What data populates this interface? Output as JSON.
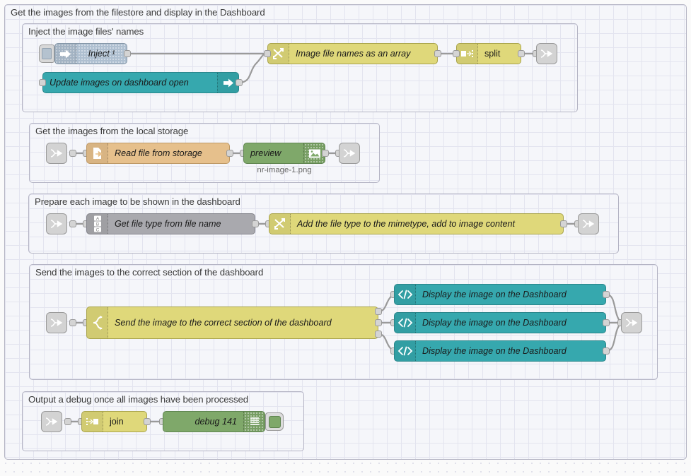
{
  "editor": {
    "name": "node-red-flow-canvas",
    "outer_group_label": "Get the images from the filestore and display in the Dashboard"
  },
  "groups": [
    {
      "id": "g1",
      "label": "Inject the image files' names"
    },
    {
      "id": "g2",
      "label": "Get the images from the local storage"
    },
    {
      "id": "g3",
      "label": "Prepare each image to be shown in the dashboard"
    },
    {
      "id": "g4",
      "label": "Send the images to the correct section of the dashboard"
    },
    {
      "id": "g5",
      "label": "Output a debug once all images have been processed"
    }
  ],
  "nodes": {
    "inject": {
      "label": "Inject ¹",
      "icon": "inject-arrow-icon",
      "color": "#aebfd0",
      "type": "inject"
    },
    "dashboard_open": {
      "label": "Update images on dashboard open",
      "icon": "arrow-right-icon",
      "color": "#36a8ae",
      "type": "ui-event"
    },
    "change_array": {
      "label": "Image file names as an array",
      "icon": "change-swap-icon",
      "color": "#dfd87a",
      "type": "change"
    },
    "split": {
      "label": "split",
      "icon": "split-icon",
      "color": "#dfd87a",
      "type": "split"
    },
    "link_out_1": {
      "label": "",
      "icon": "link-out-icon",
      "color": "#d3d3d3",
      "type": "link out"
    },
    "link_in_2": {
      "label": "",
      "icon": "link-in-icon",
      "color": "#d3d3d3",
      "type": "link in"
    },
    "read_file": {
      "label": "Read file from storage",
      "icon": "file-in-icon",
      "color": "#e6c08c",
      "type": "file in"
    },
    "preview": {
      "label": "preview",
      "icon": "image-preview-icon",
      "color": "#7fa86a",
      "type": "image preview",
      "sublabel": "nr-image-1.png"
    },
    "link_out_2": {
      "label": "",
      "icon": "link-out-icon",
      "color": "#d3d3d3",
      "type": "link out"
    },
    "link_in_3": {
      "label": "",
      "icon": "link-in-icon",
      "color": "#d3d3d3",
      "type": "link in"
    },
    "get_file_type": {
      "label": "Get file type from file name",
      "icon": "abc-icon",
      "color": "#a9a9ae",
      "type": "change"
    },
    "add_mimetype": {
      "label": "Add the file type to the mimetype, add to image content",
      "icon": "change-swap-icon",
      "color": "#dfd87a",
      "type": "change"
    },
    "link_out_3": {
      "label": "",
      "icon": "link-out-icon",
      "color": "#d3d3d3",
      "type": "link out"
    },
    "link_in_4": {
      "label": "",
      "icon": "link-in-icon",
      "color": "#d3d3d3",
      "type": "link in"
    },
    "switch_section": {
      "label": "Send the image to the correct section of the dashboard",
      "icon": "switch-icon",
      "color": "#dfd87a",
      "type": "switch"
    },
    "template_1": {
      "label": "Display the image on the Dashboard",
      "icon": "code-tag-icon",
      "color": "#36a8ae",
      "type": "ui-template"
    },
    "template_2": {
      "label": "Display the image on the Dashboard",
      "icon": "code-tag-icon",
      "color": "#36a8ae",
      "type": "ui-template"
    },
    "template_3": {
      "label": "Display the image on the Dashboard",
      "icon": "code-tag-icon",
      "color": "#36a8ae",
      "type": "ui-template"
    },
    "link_out_4": {
      "label": "",
      "icon": "link-out-icon",
      "color": "#d3d3d3",
      "type": "link out"
    },
    "link_in_5": {
      "label": "",
      "icon": "link-in-icon",
      "color": "#d3d3d3",
      "type": "link in"
    },
    "join": {
      "label": "join",
      "icon": "join-icon",
      "color": "#dfd87a",
      "type": "join"
    },
    "debug": {
      "label": "debug 141",
      "icon": "debug-lines-icon",
      "color": "#7fa86a",
      "type": "debug"
    }
  },
  "colors": {
    "canvas_background": "#fafafa",
    "group_background": "#f5f6fa",
    "group_border": "#b4b4c4",
    "wire": "#9a9a9a",
    "yellow_node": "#dfd87a",
    "teal_node": "#36a8ae",
    "green_node": "#7fa86a",
    "orange_node": "#e6c08c",
    "grey_node": "#a9a9ae",
    "link_node": "#d3d3d3",
    "inject_node": "#aebfd0"
  }
}
